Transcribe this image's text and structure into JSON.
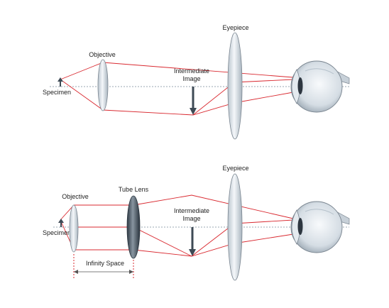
{
  "colors": {
    "ray": "#d9282f",
    "axis": "#7a8a96",
    "lens_light": "#e8eef3",
    "lens_edge": "#7a8590",
    "tube_lens_dark": "#3a4550",
    "arrow": "#3e4a55",
    "infinity_marker": "#d9282f"
  },
  "top_diagram": {
    "specimen_label": "Specimen",
    "objective_label": "Objective",
    "intermediate_label_line1": "Intermediate",
    "intermediate_label_line2": "Image",
    "eyepiece_label": "Eyepiece"
  },
  "bottom_diagram": {
    "specimen_label": "Specimen",
    "objective_label": "Objective",
    "tube_lens_label": "Tube Lens",
    "intermediate_label_line1": "Intermediate",
    "intermediate_label_line2": "Image",
    "eyepiece_label": "Eyepiece",
    "infinity_space_label": "Infinity Space"
  }
}
